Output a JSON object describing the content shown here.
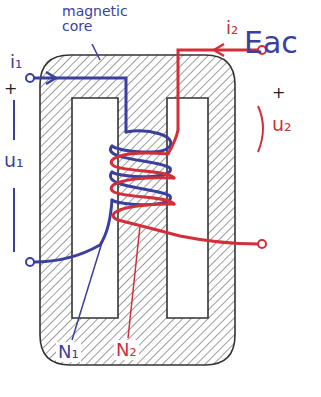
{
  "diagram": {
    "labels": [
      "magnetic core",
      "Eac",
      "i₁",
      "+",
      "u₁",
      "i₂",
      "+",
      "u₂",
      "N₁",
      "N₂"
    ]
  }
}
